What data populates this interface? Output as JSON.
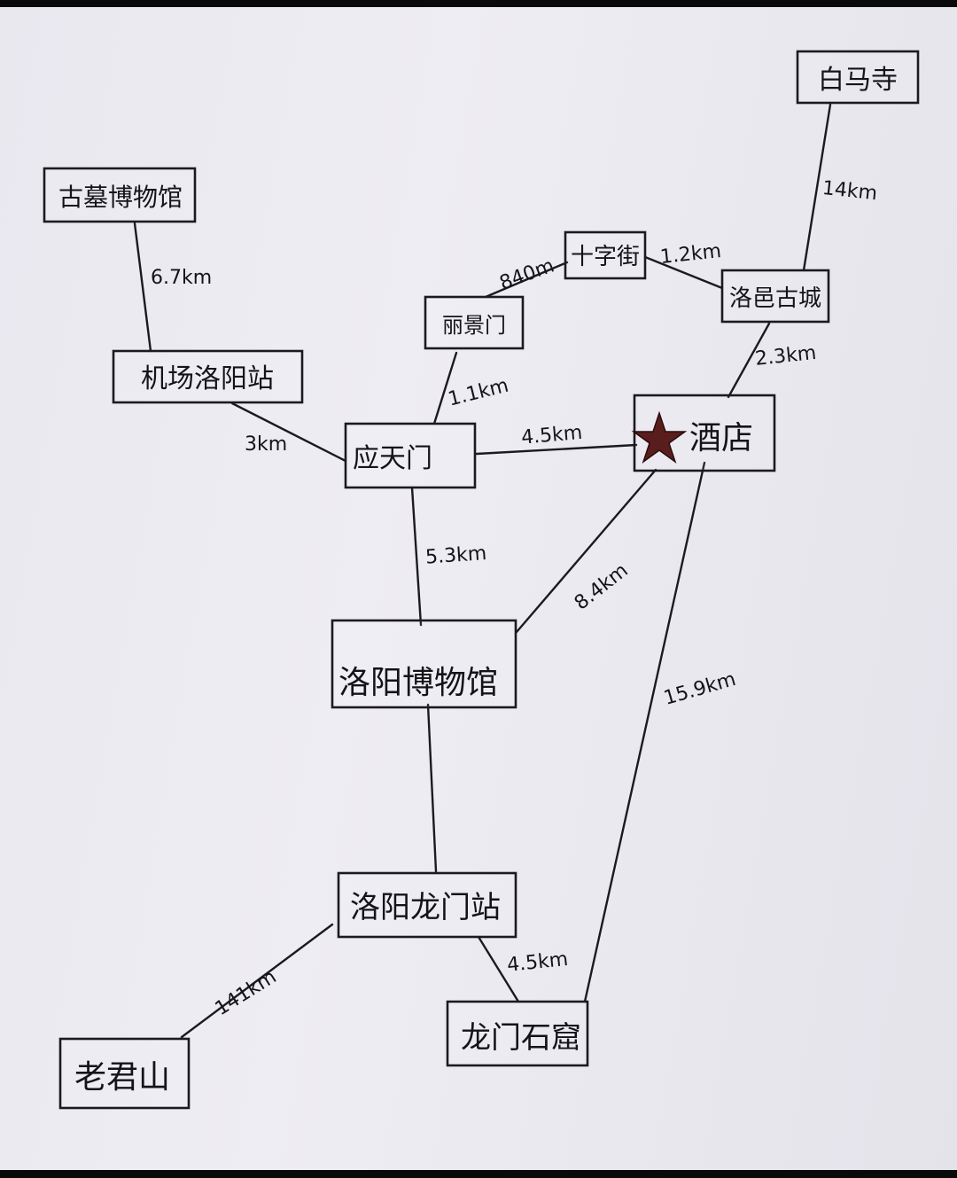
{
  "nodes": {
    "baimasi": "白马寺",
    "gumu": "古墓博物馆",
    "shizijie": "十字街",
    "luoyi": "洛邑古城",
    "lijingmen": "丽景门",
    "jichang": "机场洛阳站",
    "yingtianmen": "应天门",
    "hotel": "酒店",
    "bowuguan": "洛阳博物馆",
    "longmenzhan": "洛阳龙门站",
    "laojunshan": "老君山",
    "shiku": "龙门石窟"
  },
  "distances": {
    "luoyi_baimasi": "14km",
    "gumu_jichang": "6.7km",
    "lijing_shizi": "840m",
    "shizi_luoyi": "1.2km",
    "luoyi_hotel": "2.3km",
    "ying_lijing": "1.1km",
    "jichang_ying": "3km",
    "ying_hotel": "4.5km",
    "ying_bowu": "5.3km",
    "hotel_bowu": "8.4km",
    "hotel_shiku": "15.9km",
    "longmen_laojun": "141km",
    "longmen_shiku": "4.5km"
  },
  "legend": {
    "hotel_marker": "star-icon",
    "hotel_marker_color": "#5a1d1d"
  }
}
